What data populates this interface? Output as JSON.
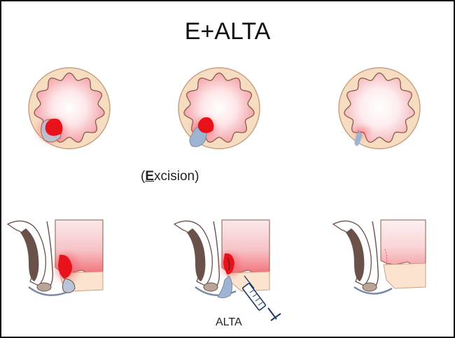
{
  "title": "E+ALTA",
  "excision": {
    "open_paren": "(",
    "emphasis_letter": "E",
    "rest": "xcision",
    "close_paren": ")"
  },
  "injection_label": "ALTA",
  "colors": {
    "ring": "#f6dcc1",
    "ring_stroke": "#c9a17f",
    "lumen_stroke": "#8a5c4a",
    "hemorrhoid": "#e8121b",
    "wound": "#9db4d2",
    "wall_tint": "#f6c5c8",
    "muscle": "#6a5149",
    "skin": "#fbe3cf"
  }
}
